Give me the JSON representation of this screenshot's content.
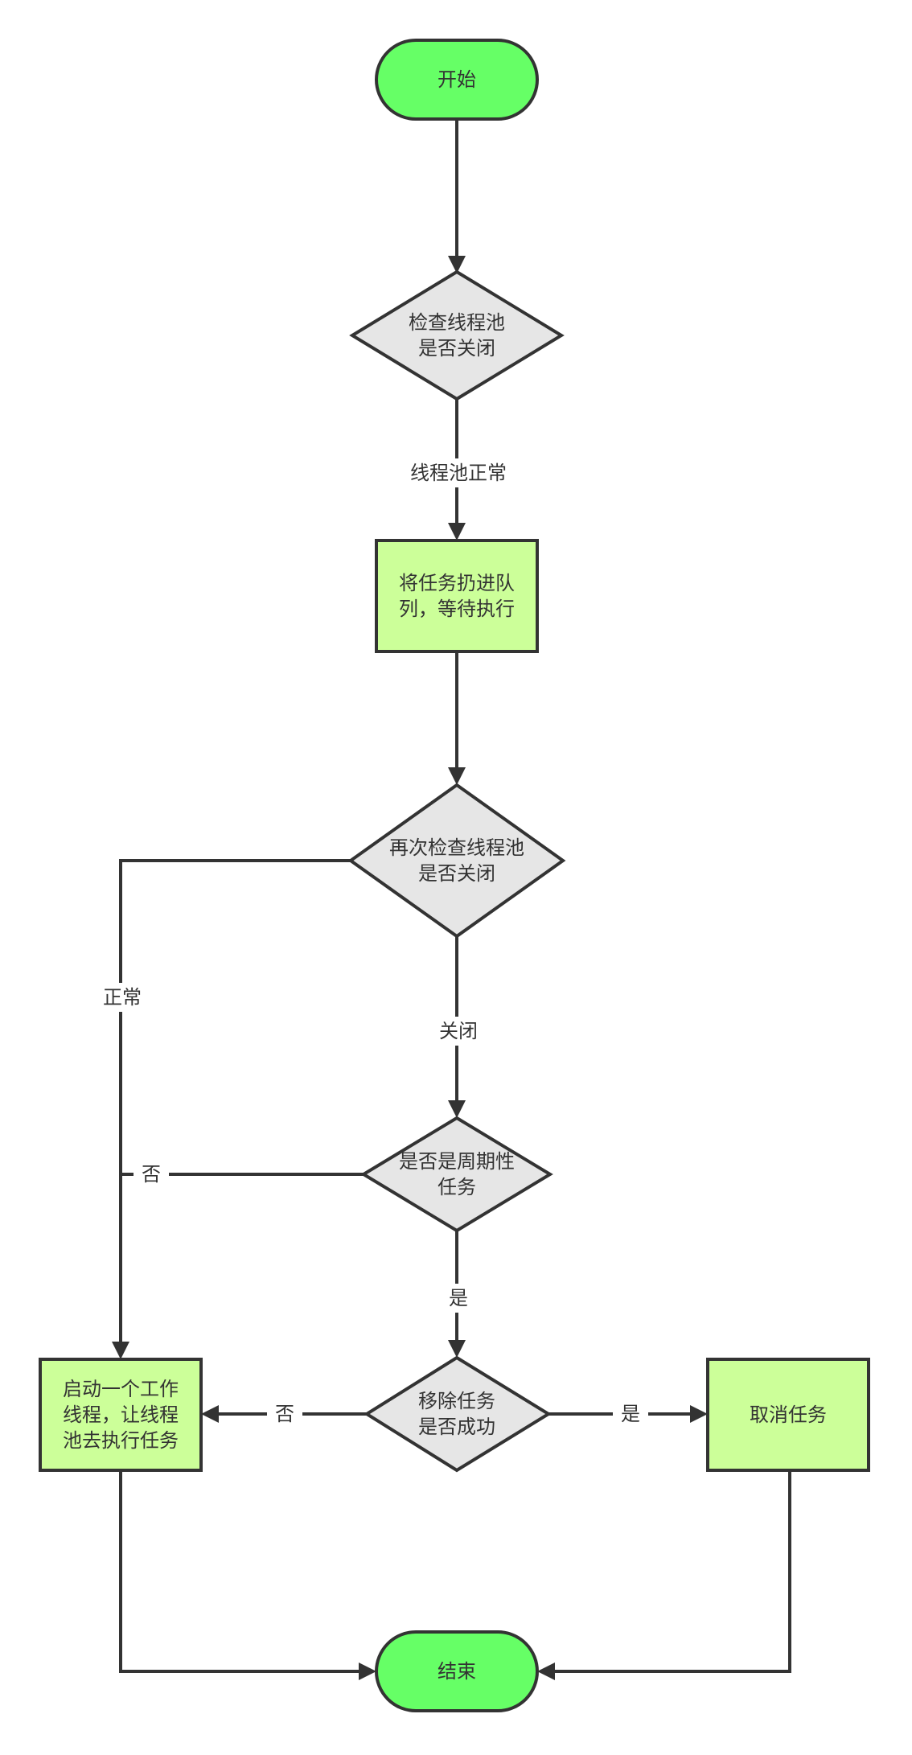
{
  "colors": {
    "terminal_fill": "#66ff66",
    "process_fill": "#ccff99",
    "decision_fill": "#e6e6e6",
    "stroke": "#333333"
  },
  "nodes": {
    "start": "开始",
    "check_closed": "检查线程池\n是否关闭",
    "enqueue": "将任务扔进队\n列，等待执行",
    "recheck_closed": "再次检查线程池\n是否关闭",
    "is_periodic": "是否是周期性\n任务",
    "remove_success": "移除任务\n是否成功",
    "start_worker": "启动一个工作\n线程，让线程\n池去执行任务",
    "cancel_task": "取消任务",
    "end": "结束"
  },
  "edges": {
    "pool_normal": "线程池正常",
    "normal": "正常",
    "closed": "关闭",
    "periodic_no": "否",
    "periodic_yes": "是",
    "remove_no": "否",
    "remove_yes": "是"
  }
}
